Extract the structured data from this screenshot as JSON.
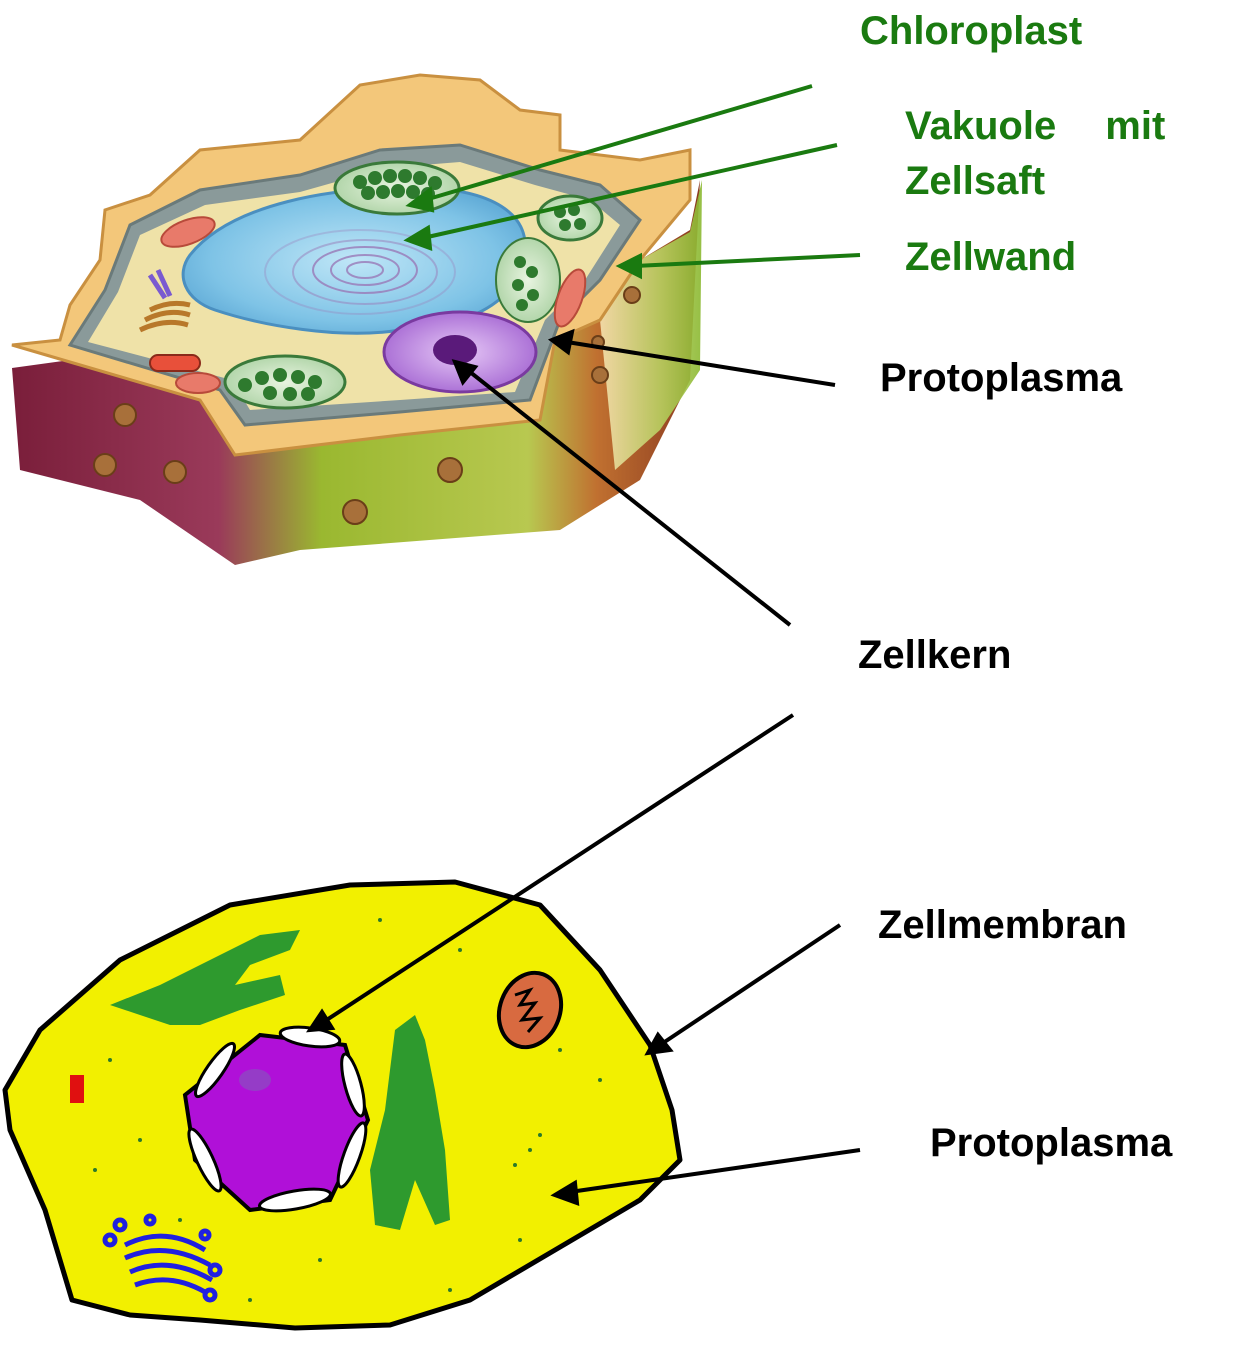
{
  "labels": {
    "chloroplast": "Chloroplast",
    "vakuole_line1": "Vakuole mit",
    "vakuole_line2": "Zellsaft",
    "zellwand": "Zellwand",
    "protoplasma_top": "Protoplasma",
    "zellkern": "Zellkern",
    "zellmembran": "Zellmembran",
    "protoplasma_bottom": "Protoplasma"
  },
  "colors": {
    "label_green": "#1a7a10",
    "label_black": "#000000",
    "arrow_green": "#1a7a10",
    "arrow_black": "#000000",
    "animal_cytoplasm": "#f2f000",
    "nucleus": "#b010d8",
    "plant_vacuole": "#7cc4e8",
    "plant_wall": "#f3c77a",
    "chloroplast": "#2e8b2e"
  },
  "figures": {
    "top": "plant cell (3D cutaway)",
    "bottom": "animal cell (flat drawing)"
  }
}
